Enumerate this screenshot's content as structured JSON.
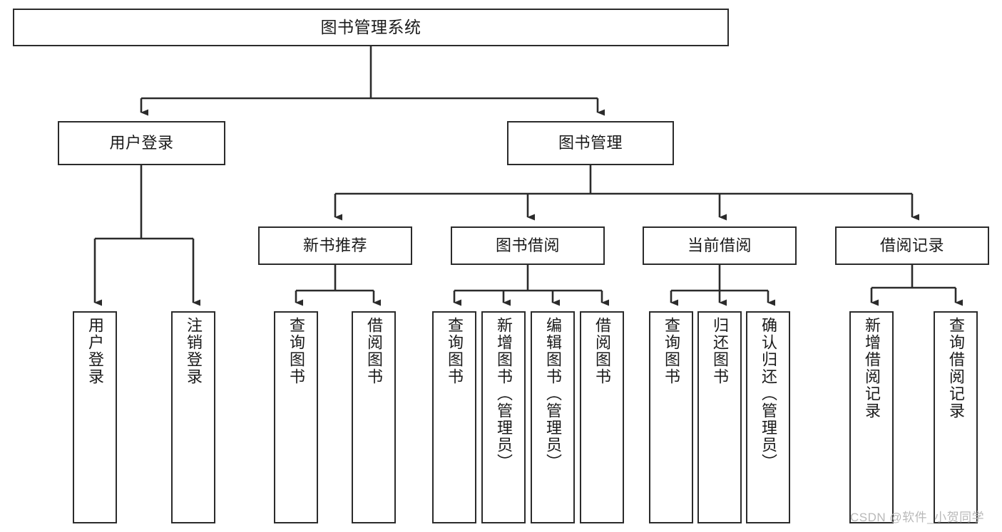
{
  "diagram": {
    "title": "图书管理系统",
    "type": "hierarchy-tree",
    "watermark": "CSDN @软件_小贺同学",
    "colors": {
      "background": "#ffffff",
      "box_fill": "#ffffff",
      "box_stroke": "#2b2b2b",
      "connector": "#2b2b2b",
      "text": "#1a1a1a",
      "watermark": "#b9b9b9"
    },
    "root": {
      "label": "图书管理系统"
    },
    "level2": [
      {
        "label": "用户登录"
      },
      {
        "label": "图书管理"
      }
    ],
    "level3": [
      {
        "label": "新书推荐"
      },
      {
        "label": "图书借阅"
      },
      {
        "label": "当前借阅"
      },
      {
        "label": "借阅记录"
      }
    ],
    "leaves": {
      "user_login": [
        {
          "label": "用户登录"
        },
        {
          "label": "注销登录"
        }
      ],
      "new_book_recommend": [
        {
          "label": "查询图书"
        },
        {
          "label": "借阅图书"
        }
      ],
      "book_borrow": [
        {
          "label": "查询图书"
        },
        {
          "label": "新增图书（管理员）"
        },
        {
          "label": "编辑图书（管理员）"
        },
        {
          "label": "借阅图书"
        }
      ],
      "current_borrow": [
        {
          "label": "查询图书"
        },
        {
          "label": "归还图书"
        },
        {
          "label": "确认归还（管理员）"
        }
      ],
      "borrow_record": [
        {
          "label": "新增借阅记录"
        },
        {
          "label": "查询借阅记录"
        }
      ]
    }
  }
}
